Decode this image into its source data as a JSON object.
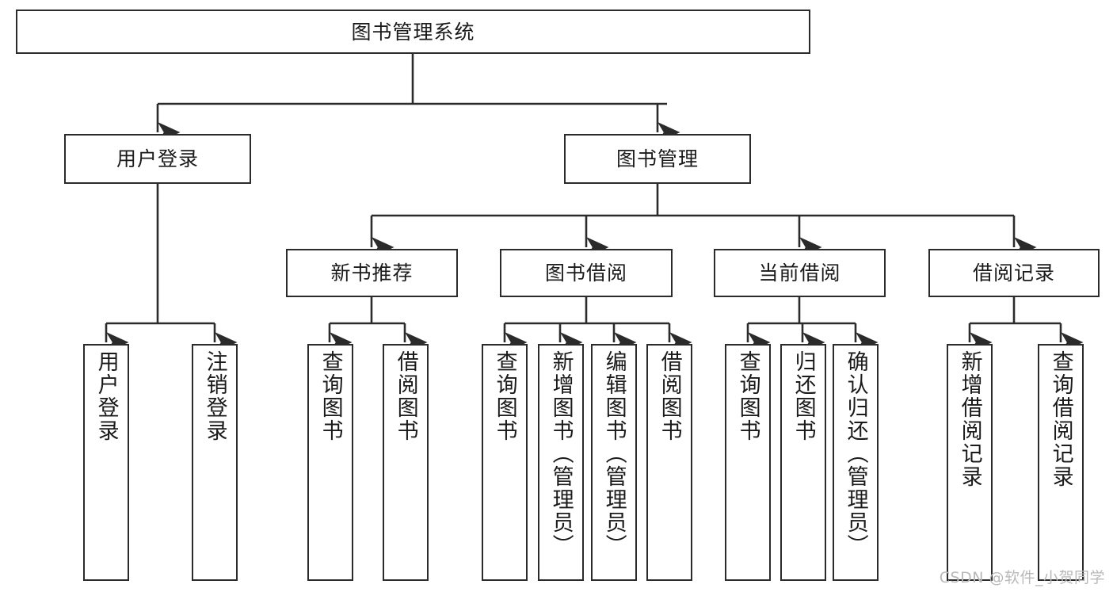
{
  "diagram": {
    "title": "图书管理系统",
    "type": "function-structure-tree",
    "watermark": "CSDN @软件_小贺同学",
    "colors": {
      "stroke": "#2b2b2b",
      "fill": "#ffffff",
      "text": "#1a1a1a",
      "watermark": "#b9b9b9"
    },
    "levels": {
      "root": {
        "label": "图书管理系统"
      },
      "level2": [
        {
          "label": "用户登录"
        },
        {
          "label": "图书管理"
        }
      ],
      "level3": [
        {
          "label": "新书推荐"
        },
        {
          "label": "图书借阅"
        },
        {
          "label": "当前借阅"
        },
        {
          "label": "借阅记录"
        }
      ],
      "leaves": [
        {
          "label": "用户登录",
          "parent": "用户登录"
        },
        {
          "label": "注销登录",
          "parent": "用户登录"
        },
        {
          "label": "查询图书",
          "parent": "新书推荐"
        },
        {
          "label": "借阅图书",
          "parent": "新书推荐"
        },
        {
          "label": "查询图书",
          "parent": "图书借阅"
        },
        {
          "label": "新增图书（管理员）",
          "parent": "图书借阅"
        },
        {
          "label": "编辑图书（管理员）",
          "parent": "图书借阅"
        },
        {
          "label": "借阅图书",
          "parent": "图书借阅"
        },
        {
          "label": "查询图书",
          "parent": "当前借阅"
        },
        {
          "label": "归还图书",
          "parent": "当前借阅"
        },
        {
          "label": "确认归还（管理员）",
          "parent": "当前借阅"
        },
        {
          "label": "新增借阅记录",
          "parent": "借阅记录"
        },
        {
          "label": "查询借阅记录",
          "parent": "借阅记录"
        }
      ]
    }
  }
}
